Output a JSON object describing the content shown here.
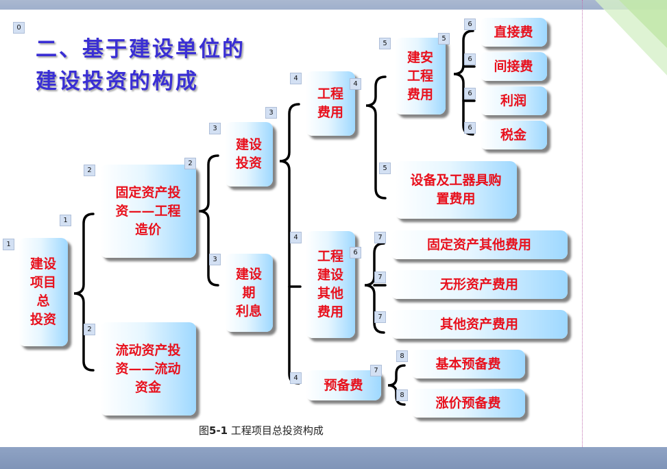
{
  "slide": {
    "title_line1": "二、基于建设单位的",
    "title_line2": "建设投资的构成",
    "caption_prefix": "图",
    "caption_num": "5-1",
    "caption_text": " 工程项目总投资构成"
  },
  "nodes": {
    "total": "建设\n项目\n总\n投资",
    "fixed": "固定资产投\n资——工程\n造价",
    "liquid": "流动资产投\n资——流动\n资金",
    "build_invest": "建设\n投资",
    "interest": "建设\n期\n利息",
    "eng_cost": "工程\n费用",
    "other_cost": "工程\n建设\n其他\n费用",
    "reserve": "预备费",
    "install": "建安\n工程\n费用",
    "equipment": "设备及工器具购\n置费用",
    "direct": "直接费",
    "indirect": "间接费",
    "profit": "利润",
    "tax": "税金",
    "fixed_other": "固定资产其他费用",
    "intangible": "无形资产费用",
    "other_asset": "其他资产费用",
    "basic_reserve": "基本预备费",
    "price_reserve": "涨价预备费"
  },
  "levels": {
    "l0": "0",
    "l1a": "1",
    "l1b": "1",
    "l2a": "2",
    "l2b": "2",
    "l2c": "2",
    "l3a": "3",
    "l3b": "3",
    "l3c": "3",
    "l4a": "4",
    "l4b": "4",
    "l4c": "4",
    "l4d": "4",
    "l5a": "5",
    "l5b": "5",
    "l5c": "5",
    "l6a": "6",
    "l6b": "6",
    "l6c": "6",
    "l6d": "6",
    "l6e": "6",
    "l7a": "7",
    "l7b": "7",
    "l7c": "7",
    "l7d": "7",
    "l8a": "8",
    "l8b": "8"
  }
}
